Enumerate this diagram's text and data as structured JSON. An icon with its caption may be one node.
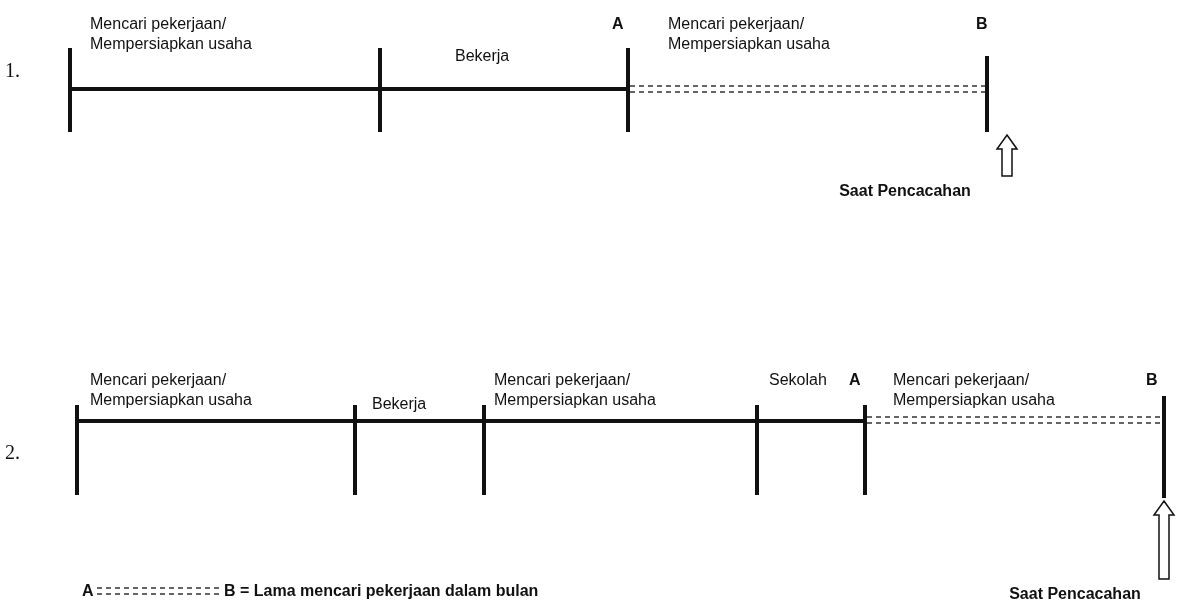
{
  "diagram": {
    "nodes": [
      {
        "text": [
          "Saat Pencacahan"
        ]
      },
      {
        "text": [],
        "shape": "bar"
      },
      {
        "text": [
          "Saat Pencacahan"
        ]
      },
      {
        "text": [],
        "shape": "bar"
      }
    ],
    "edges": [
      {
        "from": 0,
        "to": 1,
        "arrow": "to"
      },
      {
        "from": 2,
        "to": 3,
        "arrow": "to"
      }
    ],
    "labels": [
      "1.",
      "Mencari pekerjaan/ Mempersiapkan usaha",
      "Bekerja",
      "A",
      "Mencari pekerjaan/ Mempersiapkan usaha",
      "B",
      "2.",
      "Mencari pekerjaan/ Mempersiapkan usaha",
      "Bekerja",
      "Mencari pekerjaan/ Mempersiapkan usaha",
      "Sekolah",
      "A",
      "Mencari pekerjaan/ Mempersiapkan usaha",
      "B",
      "A",
      "B = Lama mencari pekerjaan dalam bulan"
    ]
  }
}
